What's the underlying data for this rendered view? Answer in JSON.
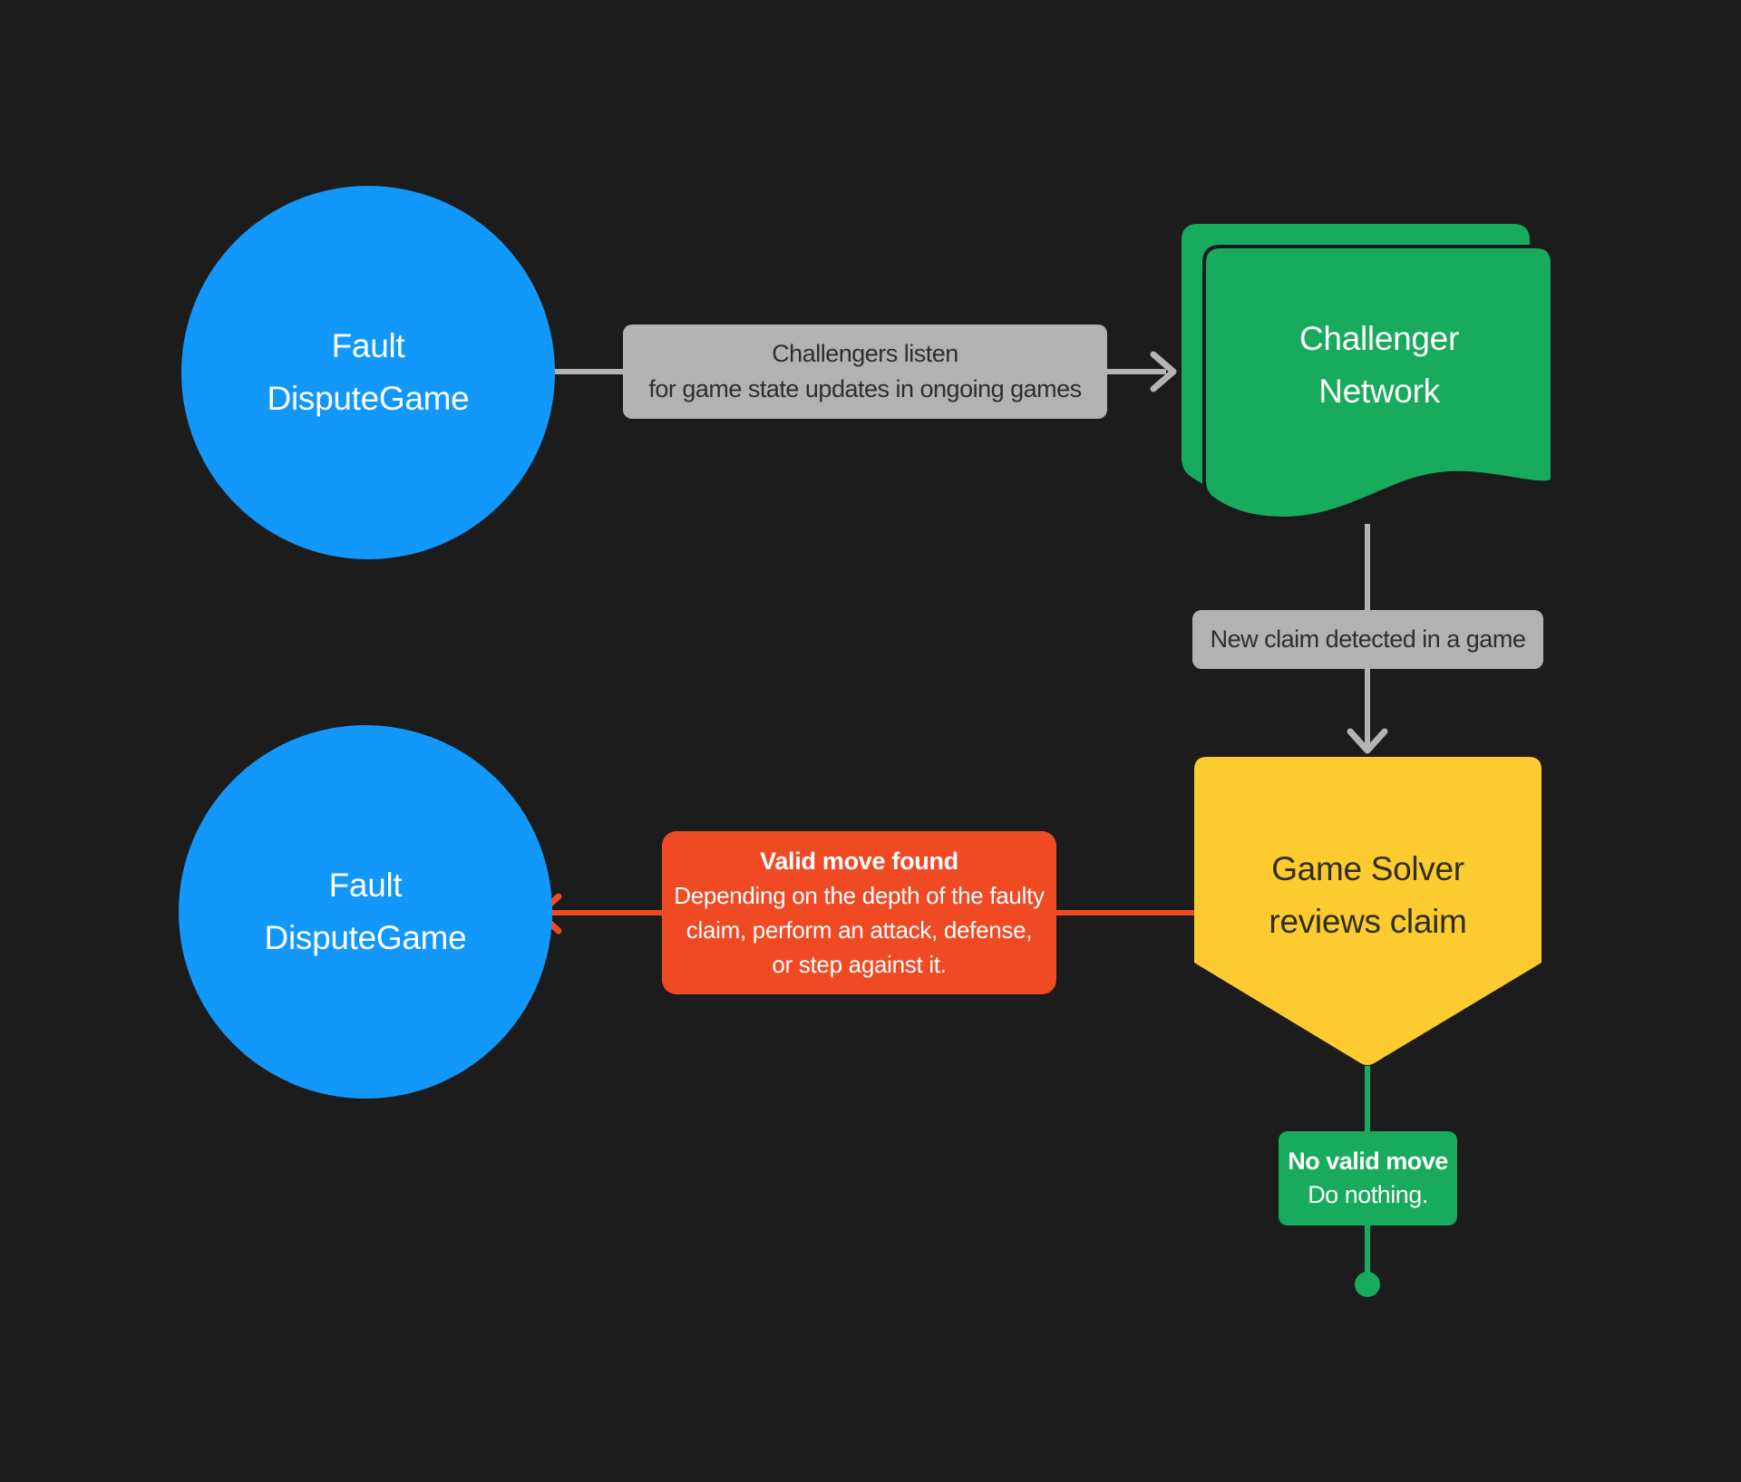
{
  "diagram": {
    "background_color": "#1C1C1C",
    "colors": {
      "blue_node": "#1297FA",
      "green_node": "#18AA5D",
      "yellow_node": "#FCCB2F",
      "red_label": "#EF4A23",
      "gray_label": "#B2B2B2",
      "gray_connector": "#B4B4B4",
      "dark_label_text": "#2E2E2E",
      "yellow_node_text": "#312D17",
      "white_text": "#FFFFFF"
    },
    "nodes": {
      "fault_top": {
        "line1": "Fault",
        "line2": "DisputeGame"
      },
      "challenger_network": {
        "line1": "Challenger",
        "line2": "Network"
      },
      "game_solver": {
        "line1": "Game Solver",
        "line2": "reviews claim"
      },
      "fault_bottom": {
        "line1": "Fault",
        "line2": "DisputeGame"
      }
    },
    "labels": {
      "challengers_listen": {
        "line1": "Challengers listen",
        "line2": "for game state updates in ongoing games"
      },
      "new_claim": {
        "text": "New claim detected in a game"
      },
      "valid_move": {
        "title": "Valid move found",
        "body_line1": "Depending on the depth of the faulty",
        "body_line2": "claim, perform an attack, defense,",
        "body_line3": "or step against it."
      },
      "no_valid_move": {
        "title": "No valid move",
        "body": "Do nothing."
      }
    }
  }
}
